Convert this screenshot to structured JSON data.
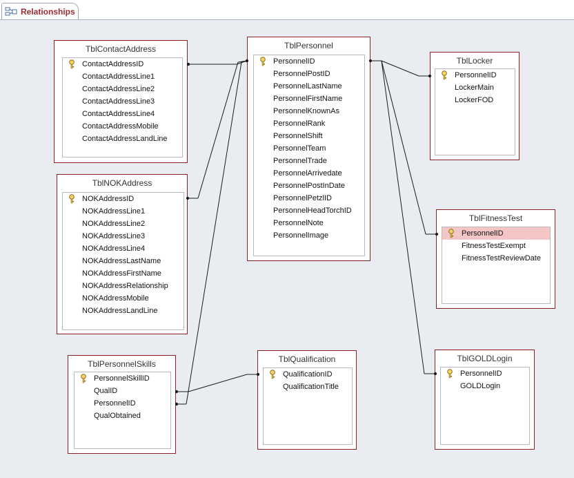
{
  "tab": {
    "label": "Relationships",
    "icon": "relationships-icon"
  },
  "colors": {
    "table_border": "#8a1f24",
    "canvas": "#e9ecf1",
    "selected_field": "#f4c6c6",
    "tab_text": "#9b2a2e"
  },
  "tables": {
    "contact": {
      "title": "TblContactAddress",
      "fields": [
        "ContactAddressID",
        "ContactAddressLine1",
        "ContactAddressLine2",
        "ContactAddressLine3",
        "ContactAddressLine4",
        "ContactAddressMobile",
        "ContactAddressLandLine"
      ]
    },
    "personnel": {
      "title": "TblPersonnel",
      "fields": [
        "PersonnelID",
        "PersonnelPostID",
        "PersonnelLastName",
        "PersonnelFirstName",
        "PersonnelKnownAs",
        "PersonnelRank",
        "PersonnelShift",
        "PersonnelTeam",
        "PersonnelTrade",
        "PersonnelArrivedate",
        "PersonnelPostInDate",
        "PersonnelPetzlID",
        "PersonnelHeadTorchID",
        "PersonnelNote",
        "PersonnelImage"
      ]
    },
    "locker": {
      "title": "TblLocker",
      "fields": [
        "PersonnelID",
        "LockerMain",
        "LockerFOD"
      ]
    },
    "nok": {
      "title": "TblNOKAddress",
      "fields": [
        "NOKAddressID",
        "NOKAddressLine1",
        "NOKAddressLine2",
        "NOKAddressLine3",
        "NOKAddressLine4",
        "NOKAddressLastName",
        "NOKAddressFirstName",
        "NOKAddressRelationship",
        "NOKAddressMobile",
        "NOKAddressLandLine"
      ]
    },
    "fitness": {
      "title": "TblFitnessTest",
      "fields": [
        "PersonnelID",
        "FitnessTestExempt",
        "FitnessTestReviewDate"
      ]
    },
    "skills": {
      "title": "TblPersonnelSkills",
      "fields": [
        "PersonnelSkillID",
        "QualID",
        "PersonnelID",
        "QualObtained"
      ]
    },
    "qualification": {
      "title": "TblQualification",
      "fields": [
        "QualificationID",
        "QualificationTitle"
      ]
    },
    "gold": {
      "title": "TblGOLDLogin",
      "fields": [
        "PersonnelID",
        "GOLDLogin"
      ]
    }
  }
}
